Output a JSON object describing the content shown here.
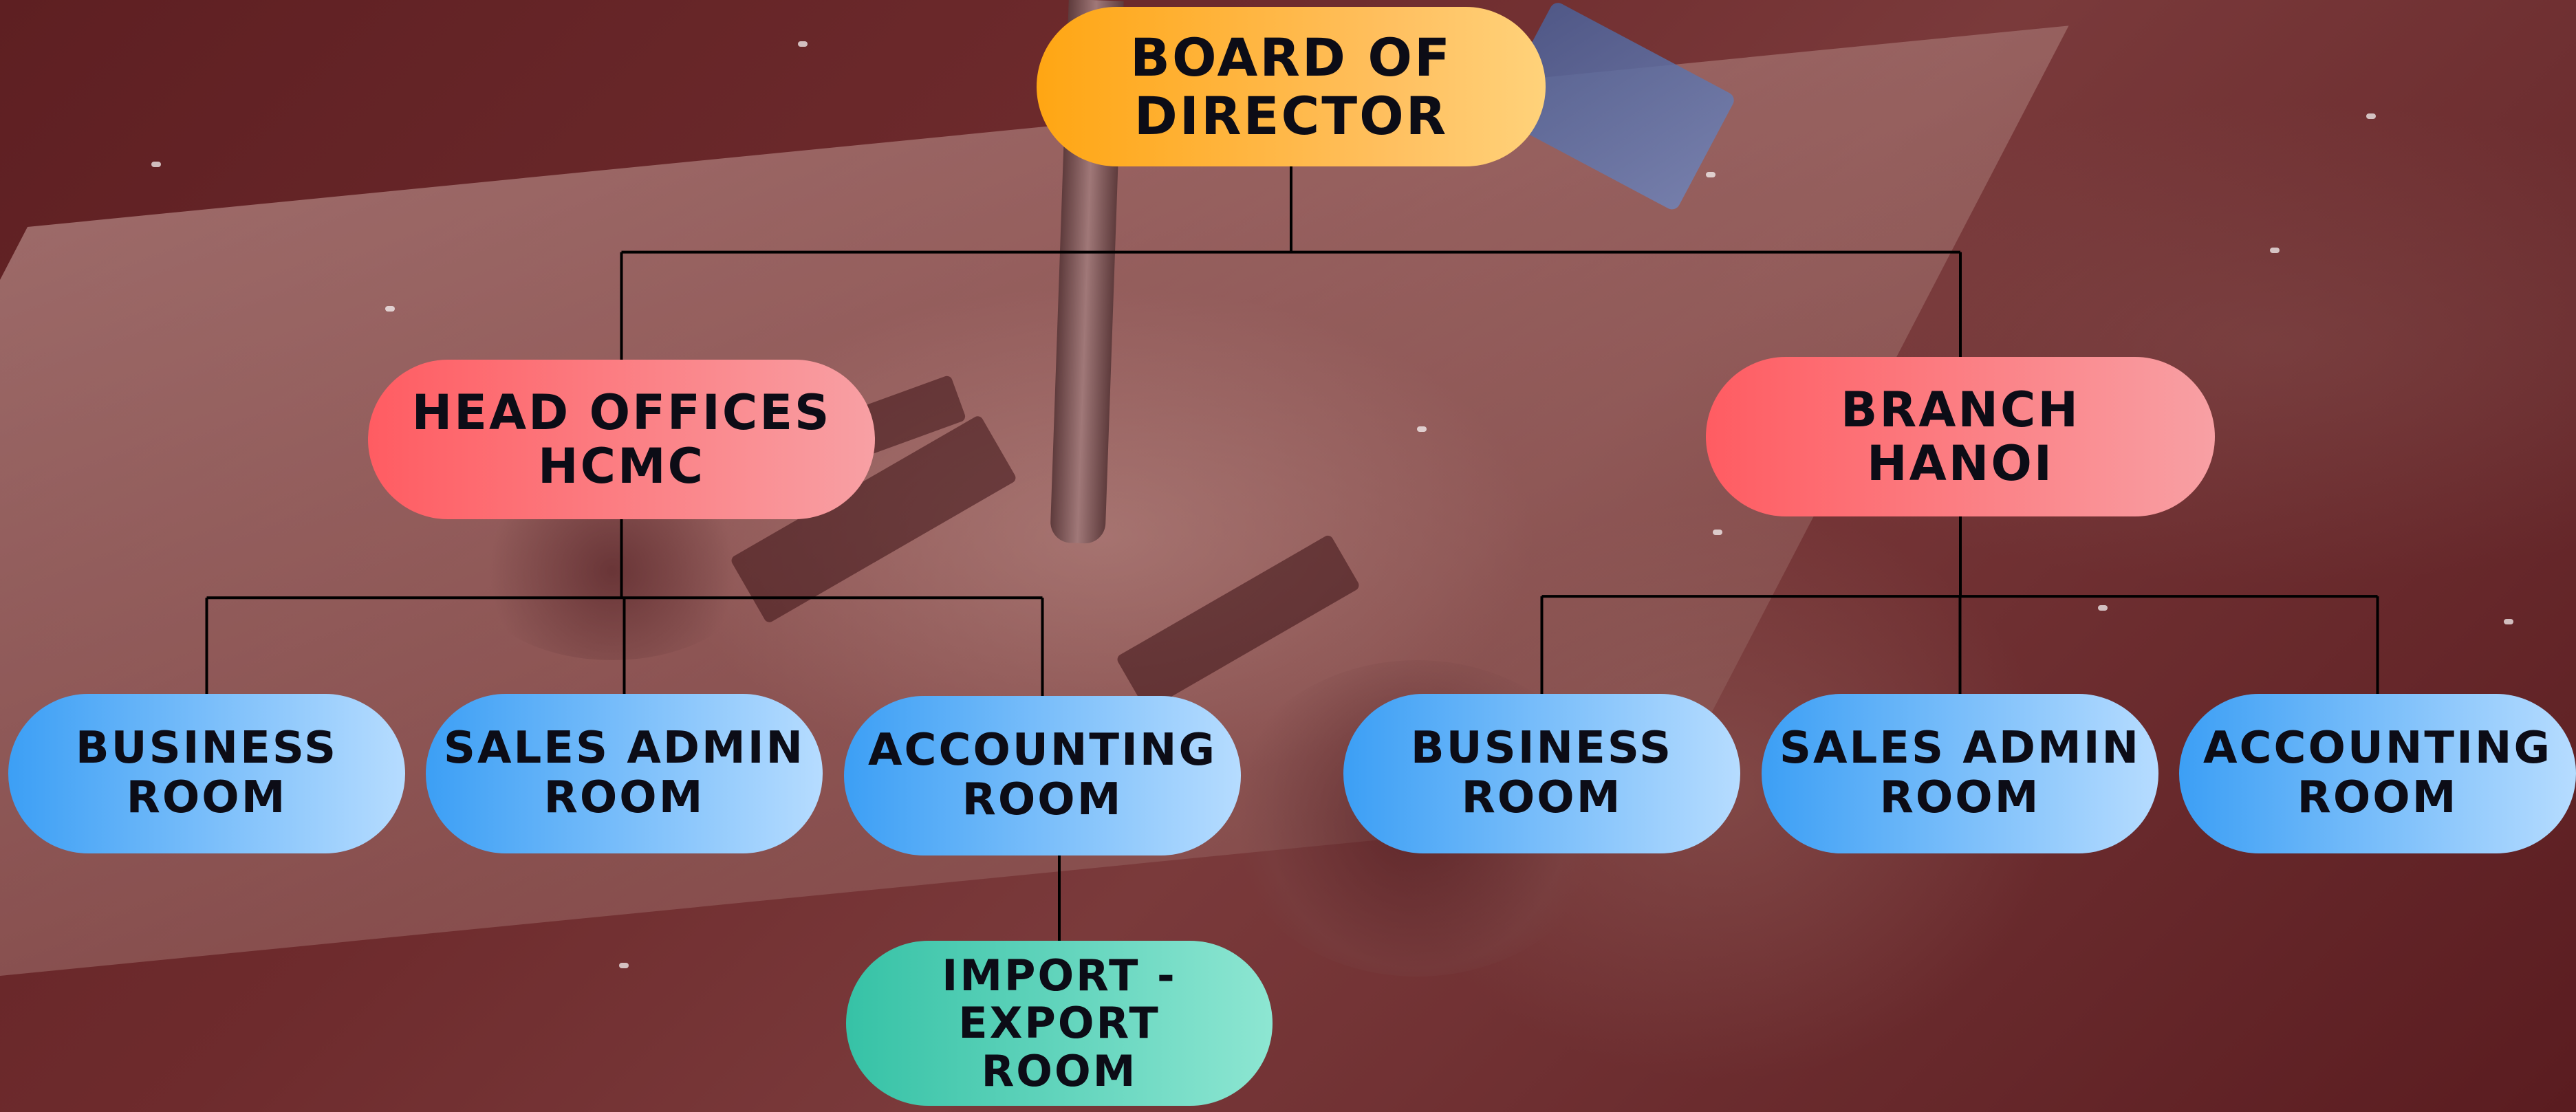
{
  "nodes": {
    "board": {
      "label": "BOARD OF\nDIRECTOR"
    },
    "hq": {
      "label": "HEAD OFFICES\nHCMC"
    },
    "branch": {
      "label": "BRANCH\nHANOI"
    },
    "hq_business": {
      "label": "BUSINESS\nROOM"
    },
    "hq_sales": {
      "label": "SALES ADMIN\nROOM"
    },
    "hq_accounting": {
      "label": "ACCOUNTING\nROOM"
    },
    "import_export": {
      "label": "IMPORT - EXPORT\nROOM"
    },
    "hn_business": {
      "label": "BUSINESS\nROOM"
    },
    "hn_sales": {
      "label": "SALES ADMIN\nROOM"
    },
    "hn_accounting": {
      "label": "ACCOUNTING\nROOM"
    }
  },
  "edges": [
    [
      "board",
      "hq"
    ],
    [
      "board",
      "branch"
    ],
    [
      "hq",
      "hq_business"
    ],
    [
      "hq",
      "hq_sales"
    ],
    [
      "hq",
      "hq_accounting"
    ],
    [
      "hq_accounting",
      "import_export"
    ],
    [
      "branch",
      "hn_business"
    ],
    [
      "branch",
      "hn_sales"
    ],
    [
      "branch",
      "hn_accounting"
    ]
  ],
  "colors": {
    "board": "#ffa613",
    "office": "#ff5c62",
    "room": "#3c9ff5",
    "import_export": "#36c2a6",
    "connector": "#000000",
    "background": "#6e2b2d"
  }
}
